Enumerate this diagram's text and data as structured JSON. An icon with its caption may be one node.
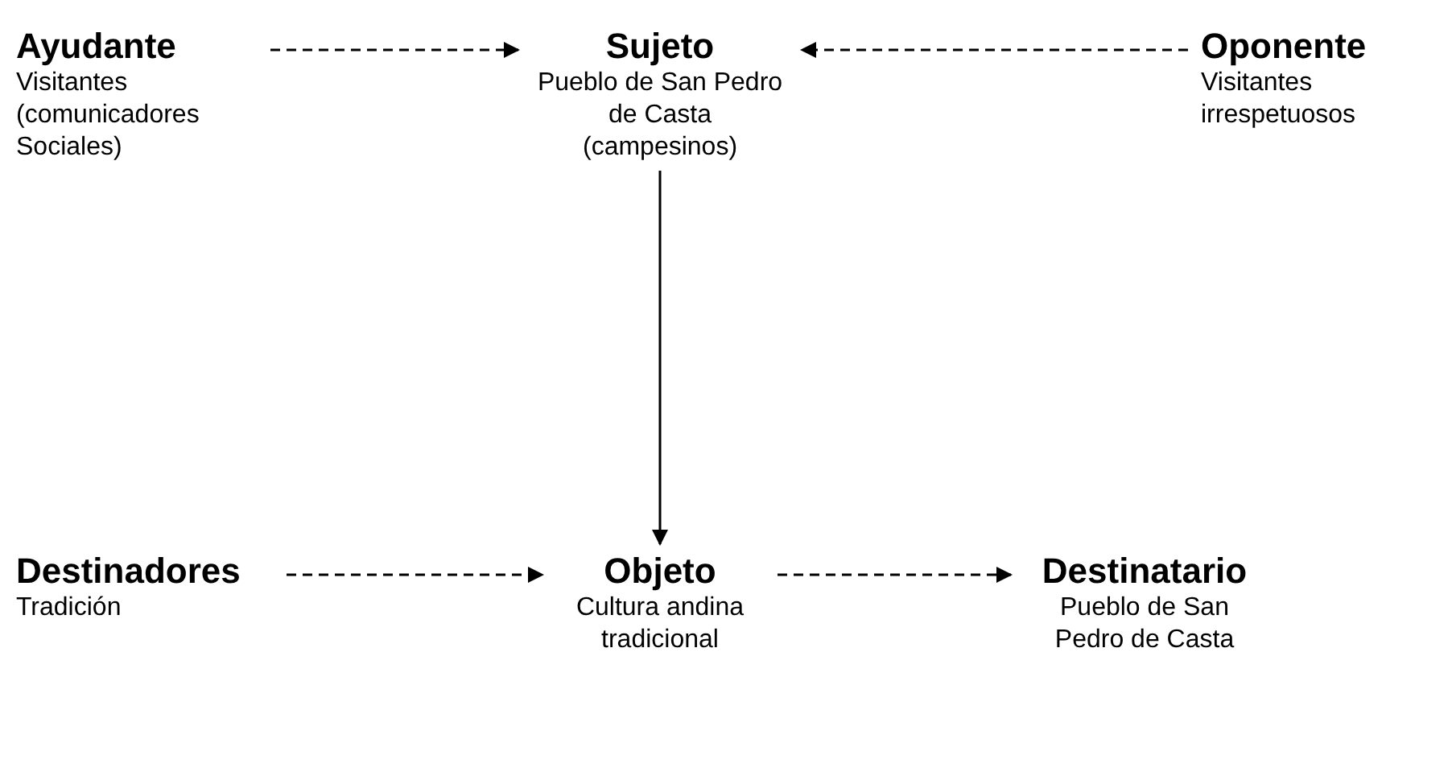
{
  "diagram": {
    "nodes": [
      {
        "text": [
          "Ayudante",
          "Visitantes (comunicadores Sociales)"
        ]
      },
      {
        "text": [
          "Sujeto",
          "Pueblo de San Pedro de Casta (campesinos)"
        ]
      },
      {
        "text": [
          "Oponente",
          "Visitantes irrespetuosos"
        ]
      },
      {
        "text": [
          "Destinadores",
          "Tradición"
        ]
      },
      {
        "text": [
          "Objeto",
          "Cultura andina tradicional"
        ]
      },
      {
        "text": [
          "Destinatario",
          "Pueblo de San Pedro de Casta"
        ]
      }
    ],
    "edges": [
      {
        "from": 0,
        "to": 1,
        "arrow": "to",
        "style": "dashed"
      },
      {
        "from": 2,
        "to": 1,
        "arrow": "to",
        "style": "dashed"
      },
      {
        "from": 1,
        "to": 4,
        "arrow": "to"
      },
      {
        "from": 3,
        "to": 4,
        "arrow": "to",
        "style": "dashed"
      },
      {
        "from": 4,
        "to": 5,
        "arrow": "to",
        "style": "dashed"
      }
    ]
  }
}
